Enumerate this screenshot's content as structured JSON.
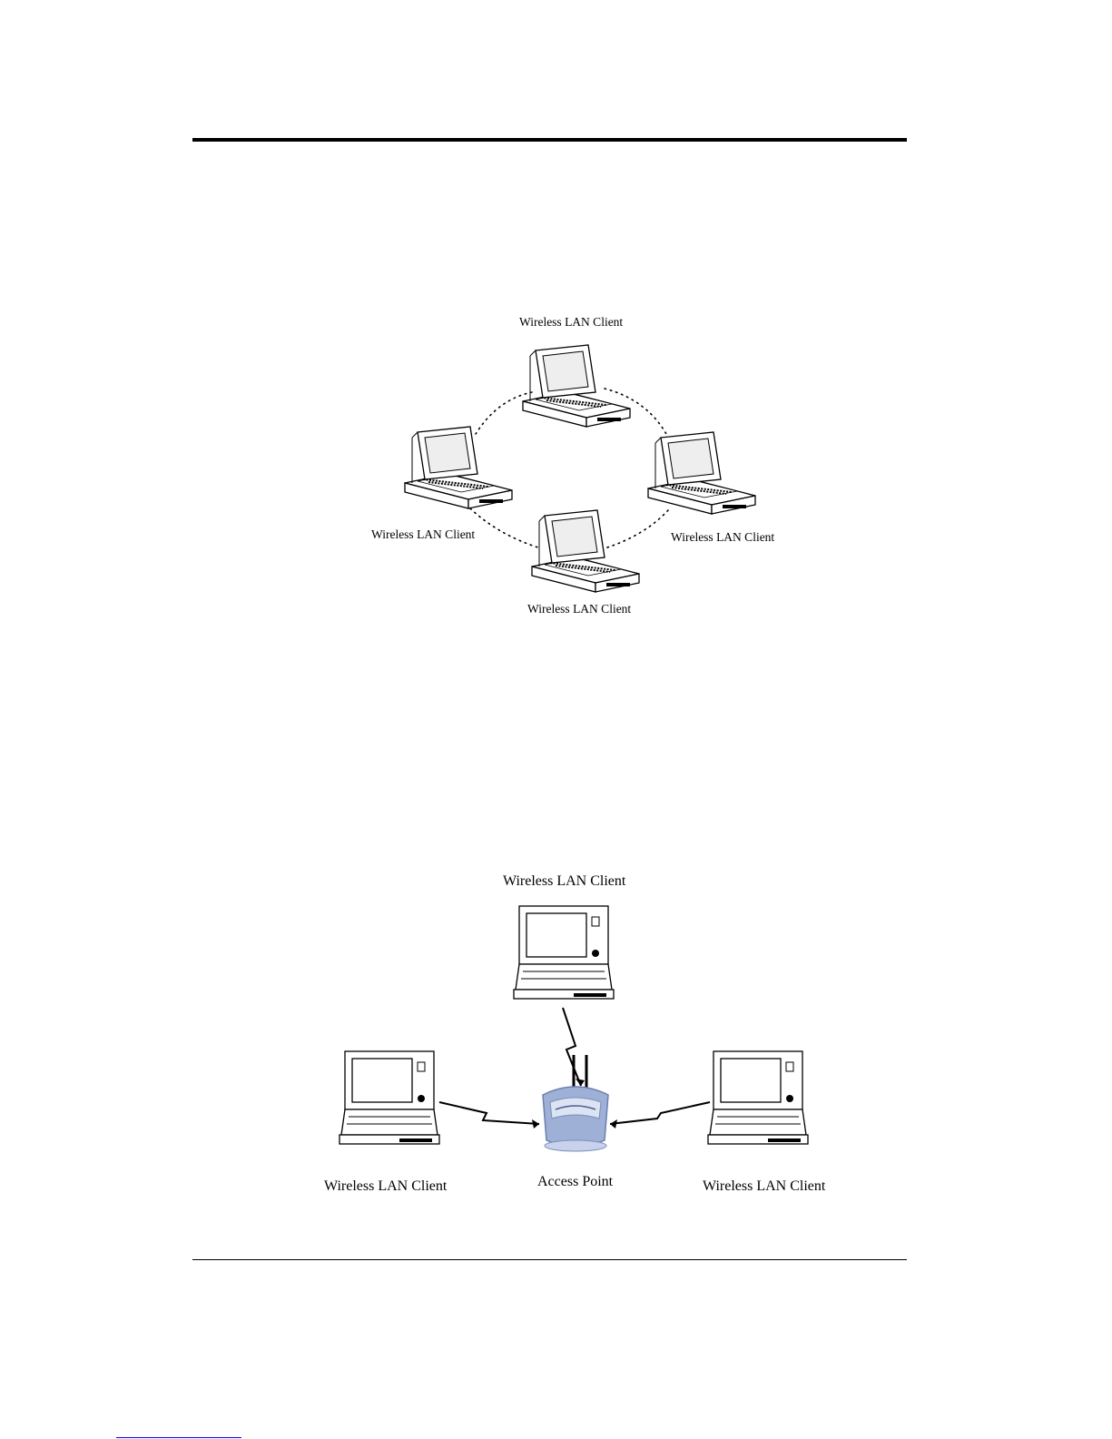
{
  "adhoc_diagram": {
    "client_top": "Wireless LAN Client",
    "client_left": "Wireless LAN Client",
    "client_right": "Wireless LAN Client",
    "client_bottom": "Wireless LAN Client"
  },
  "infrastructure_diagram": {
    "client_top": "Wireless LAN Client",
    "client_left": "Wireless LAN Client",
    "client_right": "Wireless LAN Client",
    "access_point": "Access Point"
  },
  "colors": {
    "rule": "#000000",
    "access_point": "#9fb0d6",
    "footer_link": "#0000ee"
  }
}
